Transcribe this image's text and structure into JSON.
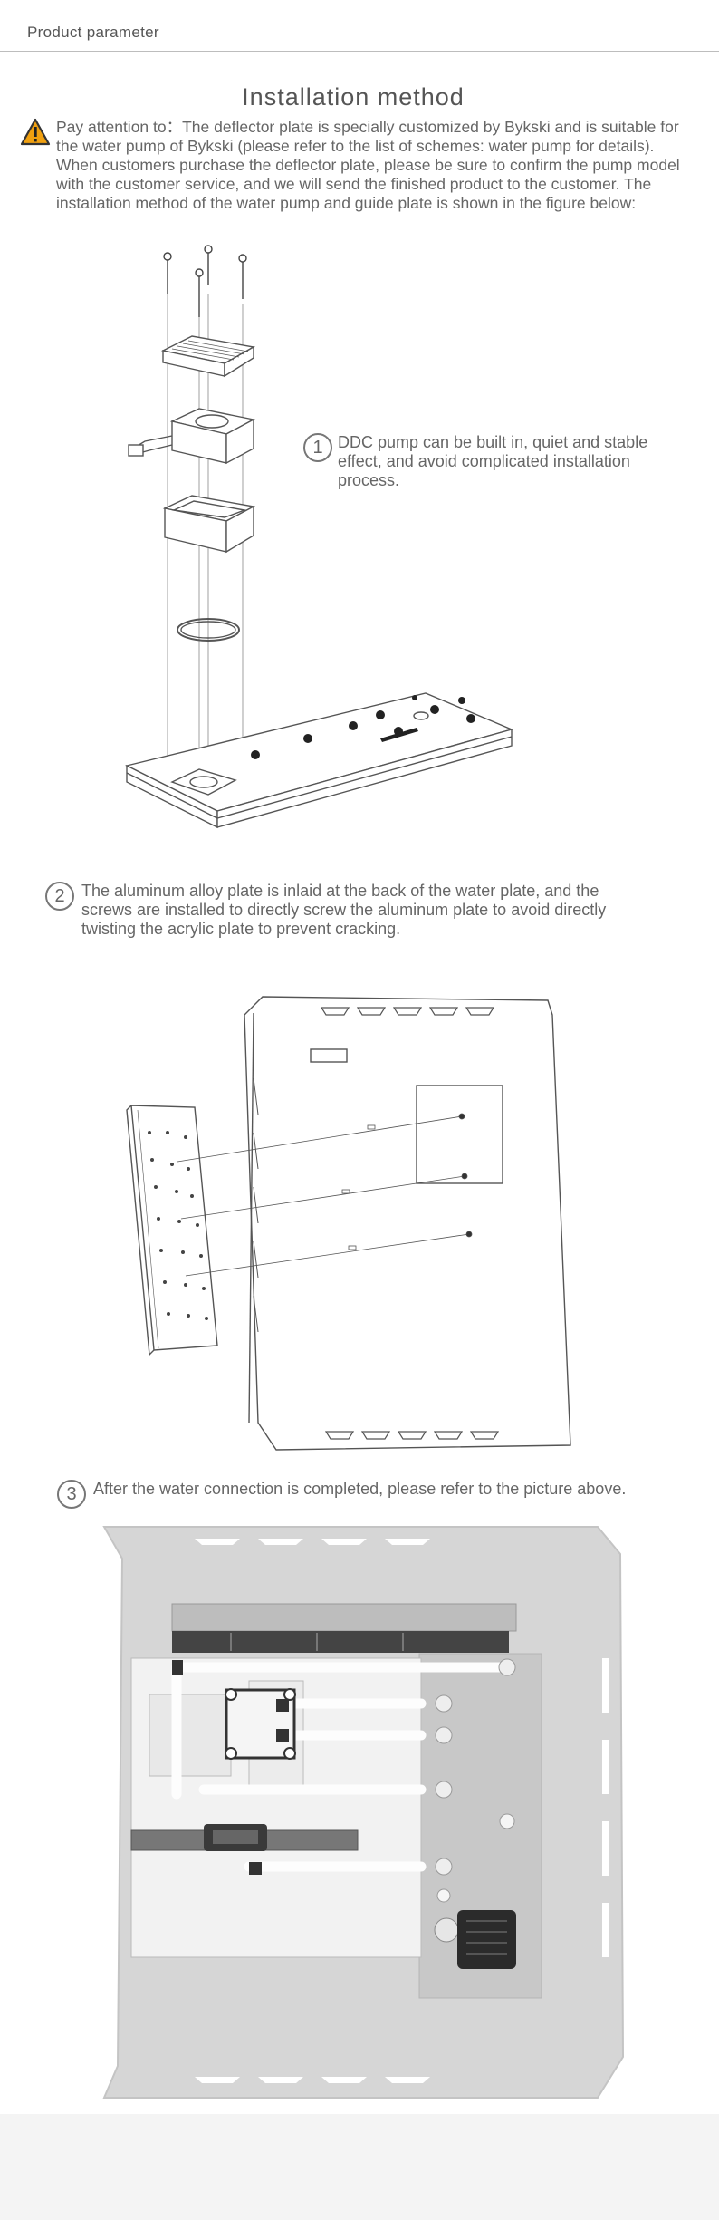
{
  "header": {
    "label": "Product parameter"
  },
  "title": "Installation method",
  "notice": {
    "icon": "warning-triangle-icon",
    "text": "Pay attention to：The deflector plate is specially customized by Bykski and is suitable for the water pump of Bykski (please refer to the list of schemes: water pump for details). When customers purchase the deflector plate, please be sure to confirm the pump model with the customer service, and we will send the finished product to the customer. The installation method of the water pump and guide plate is shown in the figure below:"
  },
  "steps": [
    {
      "number": "1",
      "text": "DDC pump can be built in, quiet and stable effect, and avoid complicated installation process."
    },
    {
      "number": "2",
      "text": "The aluminum alloy plate is inlaid at the back of the water plate, and the screws are installed to directly screw the aluminum plate to avoid directly twisting the acrylic plate to prevent cracking."
    },
    {
      "number": "3",
      "text": "After the water connection is completed, please refer to the picture above."
    }
  ],
  "colors": {
    "accent": "#f0a010",
    "line": "#555555",
    "case_gray": "#d9d9d9"
  }
}
